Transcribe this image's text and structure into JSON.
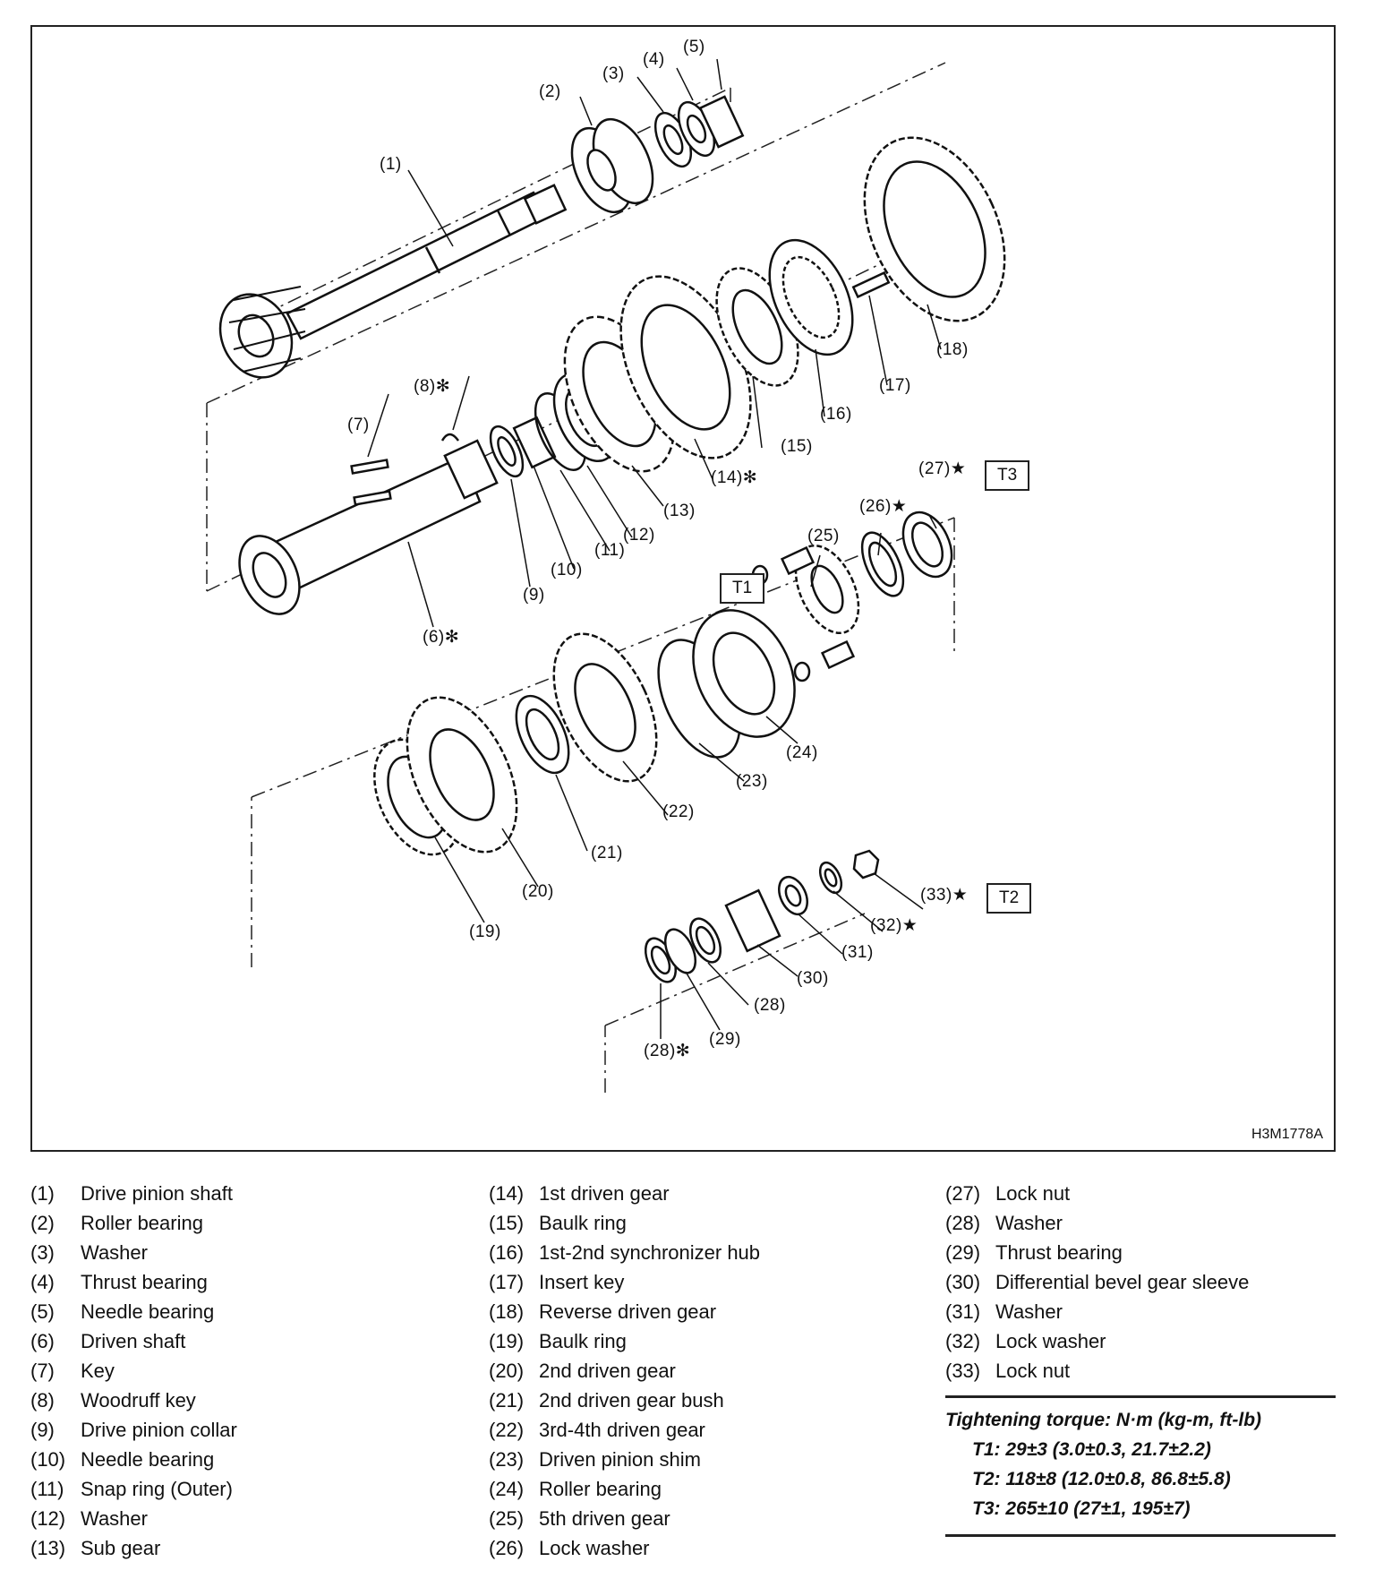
{
  "figure_code": "H3M1778A",
  "callouts": [
    {
      "id": "c1",
      "text": "(1)"
    },
    {
      "id": "c2",
      "text": "(2)"
    },
    {
      "id": "c3",
      "text": "(3)"
    },
    {
      "id": "c4",
      "text": "(4)"
    },
    {
      "id": "c5",
      "text": "(5)"
    },
    {
      "id": "c6",
      "text": "(6)✻"
    },
    {
      "id": "c7",
      "text": "(7)"
    },
    {
      "id": "c8",
      "text": "(8)✻"
    },
    {
      "id": "c9",
      "text": "(9)"
    },
    {
      "id": "c10",
      "text": "(10)"
    },
    {
      "id": "c11",
      "text": "(11)"
    },
    {
      "id": "c12",
      "text": "(12)"
    },
    {
      "id": "c13",
      "text": "(13)"
    },
    {
      "id": "c14",
      "text": "(14)✻"
    },
    {
      "id": "c15",
      "text": "(15)"
    },
    {
      "id": "c16",
      "text": "(16)"
    },
    {
      "id": "c17",
      "text": "(17)"
    },
    {
      "id": "c18",
      "text": "(18)"
    },
    {
      "id": "c19",
      "text": "(19)"
    },
    {
      "id": "c20",
      "text": "(20)"
    },
    {
      "id": "c21",
      "text": "(21)"
    },
    {
      "id": "c22",
      "text": "(22)"
    },
    {
      "id": "c23",
      "text": "(23)"
    },
    {
      "id": "c24",
      "text": "(24)"
    },
    {
      "id": "c25",
      "text": "(25)"
    },
    {
      "id": "c26",
      "text": "(26)★"
    },
    {
      "id": "c27",
      "text": "(27)★"
    },
    {
      "id": "c28a",
      "text": "(28)"
    },
    {
      "id": "c28b",
      "text": "(28)✻"
    },
    {
      "id": "c29",
      "text": "(29)"
    },
    {
      "id": "c30",
      "text": "(30)"
    },
    {
      "id": "c31",
      "text": "(31)"
    },
    {
      "id": "c32",
      "text": "(32)★"
    },
    {
      "id": "c33",
      "text": "(33)★"
    }
  ],
  "torque_boxes": {
    "t1": "T1",
    "t2": "T2",
    "t3": "T3"
  },
  "legend_columns": [
    [
      {
        "num": "(1)",
        "name": "Drive pinion shaft"
      },
      {
        "num": "(2)",
        "name": "Roller bearing"
      },
      {
        "num": "(3)",
        "name": "Washer"
      },
      {
        "num": "(4)",
        "name": "Thrust bearing"
      },
      {
        "num": "(5)",
        "name": "Needle bearing"
      },
      {
        "num": "(6)",
        "name": "Driven shaft"
      },
      {
        "num": "(7)",
        "name": "Key"
      },
      {
        "num": "(8)",
        "name": "Woodruff key"
      },
      {
        "num": "(9)",
        "name": "Drive pinion collar"
      },
      {
        "num": "(10)",
        "name": "Needle bearing"
      },
      {
        "num": "(11)",
        "name": "Snap ring (Outer)"
      },
      {
        "num": "(12)",
        "name": "Washer"
      },
      {
        "num": "(13)",
        "name": "Sub gear"
      }
    ],
    [
      {
        "num": "(14)",
        "name": "1st driven gear"
      },
      {
        "num": "(15)",
        "name": "Baulk ring"
      },
      {
        "num": "(16)",
        "name": "1st-2nd synchronizer hub"
      },
      {
        "num": "(17)",
        "name": "Insert key"
      },
      {
        "num": "(18)",
        "name": "Reverse driven gear"
      },
      {
        "num": "(19)",
        "name": "Baulk ring"
      },
      {
        "num": "(20)",
        "name": "2nd driven gear"
      },
      {
        "num": "(21)",
        "name": "2nd driven gear bush"
      },
      {
        "num": "(22)",
        "name": "3rd-4th driven gear"
      },
      {
        "num": "(23)",
        "name": "Driven pinion shim"
      },
      {
        "num": "(24)",
        "name": "Roller bearing"
      },
      {
        "num": "(25)",
        "name": "5th driven gear"
      },
      {
        "num": "(26)",
        "name": "Lock washer"
      }
    ],
    [
      {
        "num": "(27)",
        "name": "Lock nut"
      },
      {
        "num": "(28)",
        "name": "Washer"
      },
      {
        "num": "(29)",
        "name": "Thrust bearing"
      },
      {
        "num": "(30)",
        "name": "Differential bevel gear sleeve"
      },
      {
        "num": "(31)",
        "name": "Washer"
      },
      {
        "num": "(32)",
        "name": "Lock washer"
      },
      {
        "num": "(33)",
        "name": "Lock nut"
      }
    ]
  ],
  "tightening_torque": {
    "heading": "Tightening torque: N·m (kg-m, ft-lb)",
    "t1": "T1: 29±3 (3.0±0.3, 21.7±2.2)",
    "t2": "T2: 118±8 (12.0±0.8, 86.8±5.8)",
    "t3": "T3: 265±10 (27±1, 195±7)"
  }
}
